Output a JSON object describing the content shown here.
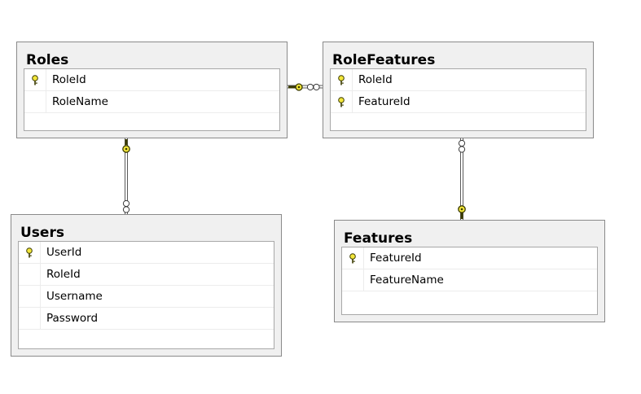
{
  "tables": {
    "roles": {
      "title": "Roles",
      "columns": [
        {
          "name": "RoleId",
          "primary_key": true
        },
        {
          "name": "RoleName",
          "primary_key": false
        }
      ]
    },
    "role_features": {
      "title": "RoleFeatures",
      "columns": [
        {
          "name": "RoleId",
          "primary_key": true
        },
        {
          "name": "FeatureId",
          "primary_key": true
        }
      ]
    },
    "users": {
      "title": "Users",
      "columns": [
        {
          "name": "UserId",
          "primary_key": true
        },
        {
          "name": "RoleId",
          "primary_key": false
        },
        {
          "name": "Username",
          "primary_key": false
        },
        {
          "name": "Password",
          "primary_key": false
        }
      ]
    },
    "features": {
      "title": "Features",
      "columns": [
        {
          "name": "FeatureId",
          "primary_key": true
        },
        {
          "name": "FeatureName",
          "primary_key": false
        }
      ]
    }
  },
  "relationships": [
    {
      "from": "Roles",
      "to": "RoleFeatures",
      "one_end": "Roles",
      "many_end": "RoleFeatures"
    },
    {
      "from": "Roles",
      "to": "Users",
      "one_end": "Roles",
      "many_end": "Users"
    },
    {
      "from": "Features",
      "to": "RoleFeatures",
      "one_end": "Features",
      "many_end": "RoleFeatures"
    }
  ],
  "colors": {
    "key_fill": "#f2e63a",
    "key_stroke": "#3a3a00",
    "connector": "#5a5a5a"
  }
}
